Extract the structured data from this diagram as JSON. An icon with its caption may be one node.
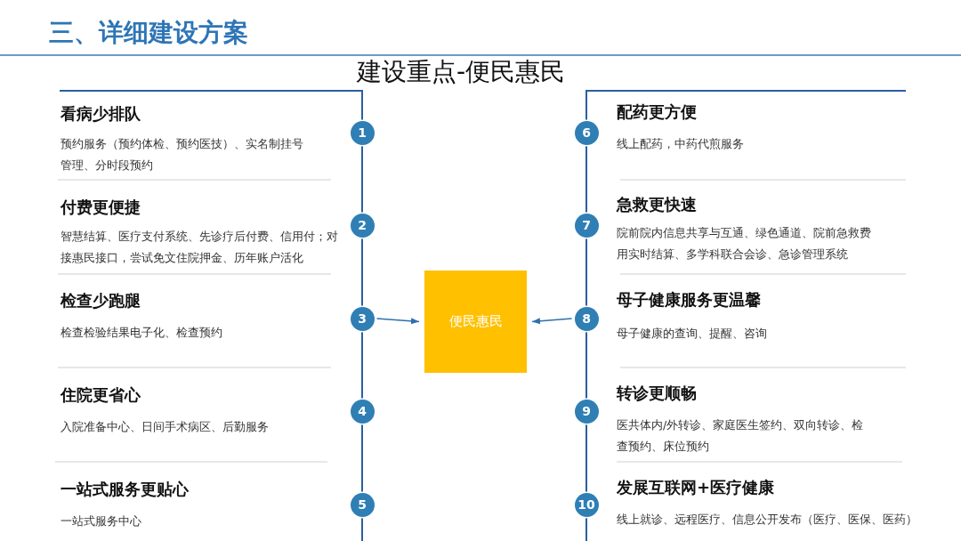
{
  "diagram": {
    "title": "三、详细建设方案",
    "nodes": [
      {
        "text": [
          "1"
        ]
      },
      {
        "text": [
          "2"
        ]
      },
      {
        "text": [
          "3"
        ]
      },
      {
        "text": [
          "4"
        ]
      },
      {
        "text": [
          "5"
        ]
      },
      {
        "text": [
          "6"
        ]
      },
      {
        "text": [
          "7"
        ]
      },
      {
        "text": [
          "8"
        ]
      },
      {
        "text": [
          "9"
        ]
      },
      {
        "text": [
          "10"
        ]
      },
      {
        "text": [
          "便民惠民"
        ]
      }
    ],
    "edges": [
      {
        "from": 2,
        "to": 10,
        "arrow": "to"
      },
      {
        "from": 7,
        "to": 10,
        "arrow": "to"
      }
    ],
    "labels": [
      "建设重点-便民惠民",
      "看病少排队",
      "预约服务（预约体检、预约医技）、实名制挂号管理、分时段预约",
      "付费更便捷",
      "智慧结算、医疗支付系统、先诊疗后付费、信用付；对接惠民接口，尝试免文住院押金、历年账户活化",
      "检查少跑腿",
      "检查检验结果电子化、检查预约",
      "住院更省心",
      "入院准备中心、日间手术病区、后勤服务",
      "一站式服务更贴心",
      "一站式服务中心",
      "配药更方便",
      "线上配药，中药代煎服务",
      "急救更快速",
      "院前院内信息共享与互通、绿色通道、院前急救费用实时结算、多学科联合会诊、急诊管理系统",
      "母子健康服务更温馨",
      "母子健康的查询、提醒、咨询",
      "转诊更顺畅",
      "医共体内/外转诊、家庭医生签约、双向转诊、检查预约、床位预约",
      "发展互联网+医疗健康",
      "线上就诊、远程医疗、信息公开发布（医疗、医保、医药）"
    ]
  }
}
